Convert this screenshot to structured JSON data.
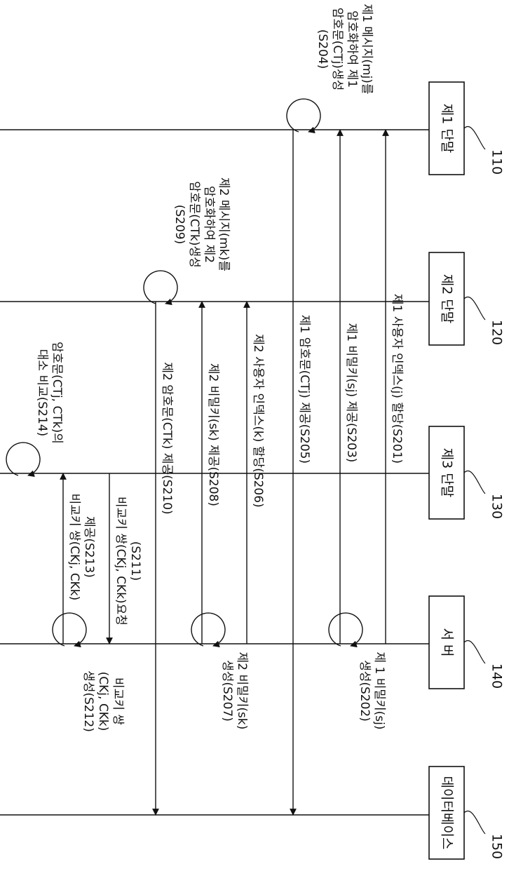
{
  "entities": [
    {
      "id": "110",
      "label": "제1 단말",
      "ref": "110"
    },
    {
      "id": "120",
      "label": "제2 단말",
      "ref": "120"
    },
    {
      "id": "130",
      "label": "제3 단말",
      "ref": "130"
    },
    {
      "id": "140",
      "label": "서 버",
      "ref": "140"
    },
    {
      "id": "150",
      "label": "데이터베이스",
      "ref": "150"
    }
  ],
  "messages": [
    {
      "step": "S201",
      "from": "140",
      "to": "110",
      "lines": [
        "제1 사용자 인덱스(j) 할당(S201)"
      ]
    },
    {
      "step": "S203",
      "from": "140",
      "to": "110",
      "lines": [
        "제1 비밀키(sj) 제공(S203)"
      ]
    },
    {
      "step": "S205",
      "from": "110",
      "to": "150",
      "lines": [
        "제1 암호문(CTj) 제공(S205)"
      ]
    },
    {
      "step": "S206",
      "from": "140",
      "to": "120",
      "lines": [
        "제2 사용자 인덱스(k) 할당(S206)"
      ]
    },
    {
      "step": "S208",
      "from": "140",
      "to": "120",
      "lines": [
        "제2 비밀키(sk) 제공(S208)"
      ]
    },
    {
      "step": "S210",
      "from": "120",
      "to": "150",
      "lines": [
        "제2 암호문(CTk) 제공(S210)"
      ]
    },
    {
      "step": "S211",
      "from": "130",
      "to": "140",
      "lines": [
        "비교키 쌍(CKj, CKk)요청",
        "(S211)"
      ]
    },
    {
      "step": "S213",
      "from": "140",
      "to": "130",
      "lines": [
        "비교키 쌍(CKj, CKk)",
        "제공(S213)"
      ]
    }
  ],
  "self_steps": [
    {
      "step": "S202",
      "at": "140",
      "lines": [
        "제 1 비밀키(sj)",
        "생성(S202)"
      ]
    },
    {
      "step": "S204",
      "at": "110",
      "lines": [
        "제1 메시지(mj)를",
        "암호화하여 제1",
        "암호문(CTj)생성",
        "(S204)"
      ]
    },
    {
      "step": "S207",
      "at": "140",
      "lines": [
        "제2 비밀키(sk)",
        "생성(S207)"
      ]
    },
    {
      "step": "S209",
      "at": "120",
      "lines": [
        "제2 메시지(mk)를",
        "암호화하여 제2",
        "암호문(CTk)생성",
        "(S209)"
      ]
    },
    {
      "step": "S212",
      "at": "140",
      "lines": [
        "비교키 쌍",
        "(CKj, CKk)",
        "생성(S212)"
      ]
    },
    {
      "step": "S214",
      "at": "130",
      "lines": [
        "암호문(CTj, CTk)의",
        "대소 비교(S214)"
      ]
    }
  ]
}
